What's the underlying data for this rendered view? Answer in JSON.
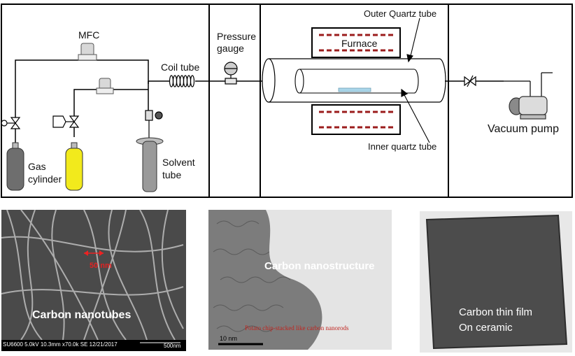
{
  "schematic": {
    "mfc_label": "MFC",
    "coil_tube_label": "Coil tube",
    "pressure_label_line1": "Pressure",
    "pressure_label_line2": "gauge",
    "furnace_label": "Furnace",
    "outer_tube_label": "Outer Quartz tube",
    "inner_tube_label": "Inner quartz tube",
    "vacuum_pump_label": "Vacuum pump",
    "gas_cylinder_line1": "Gas",
    "gas_cylinder_line2": "cylinder",
    "solvent_line1": "Solvent",
    "solvent_line2": "tube"
  },
  "photos": {
    "sem": {
      "caption": "Carbon nanotubes",
      "scale_marker": "50 nm",
      "info_bar": "SU6600 5.0kV 10.3mm x70.0k SE  12/21/2017",
      "info_scale": "500nm"
    },
    "tem": {
      "caption": "Carbon nanostructure",
      "subcaption": "Potato chip-stacked like carbon nanorods",
      "scale": "10 nm"
    },
    "film": {
      "caption_line1": "Carbon thin film",
      "caption_line2": "On ceramic"
    }
  },
  "colors": {
    "furnace_dash": "#9b1c1c",
    "cylinder_gray": "#6e6e6e",
    "cylinder_yellow": "#f2ea1c",
    "sample_blue": "#a9d6ea"
  }
}
